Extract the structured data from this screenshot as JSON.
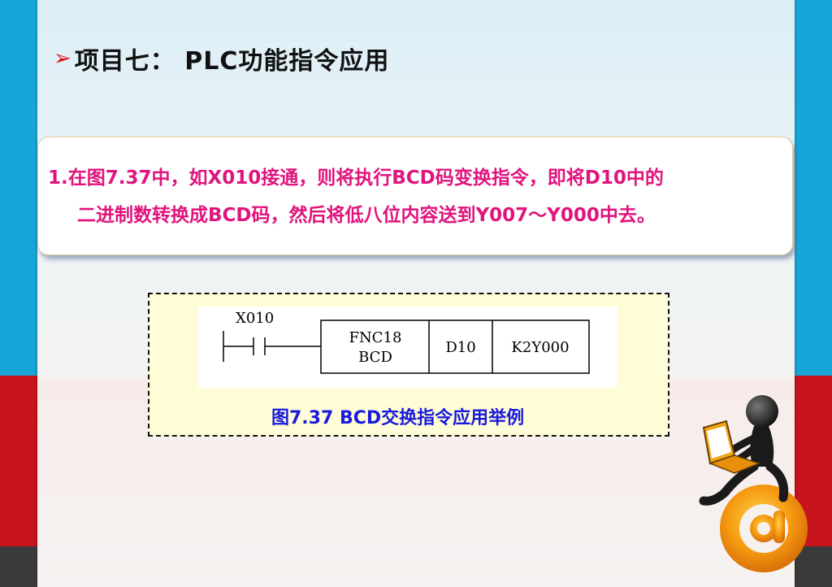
{
  "slide": {
    "title": "项目七：  PLC功能指令应用",
    "title_marker": "➢"
  },
  "note": {
    "line1": "1.在图7.37中，如X010接通，则将执行BCD码变换指令，即将D10中的",
    "line2": "二进制数转换成BCD码，然后将低八位内容送到Y007～Y000中去。"
  },
  "figure": {
    "contact_label": "X010",
    "instr_line1": "FNC18",
    "instr_line2": "BCD",
    "operand1": "D10",
    "operand2": "K2Y000",
    "caption": "图7.37  BCD交换指令应用举例"
  },
  "colors": {
    "accent_blue": "#18a6d8",
    "accent_red": "#c8141c",
    "note_text": "#e0147d",
    "caption_text": "#1a1adc"
  }
}
